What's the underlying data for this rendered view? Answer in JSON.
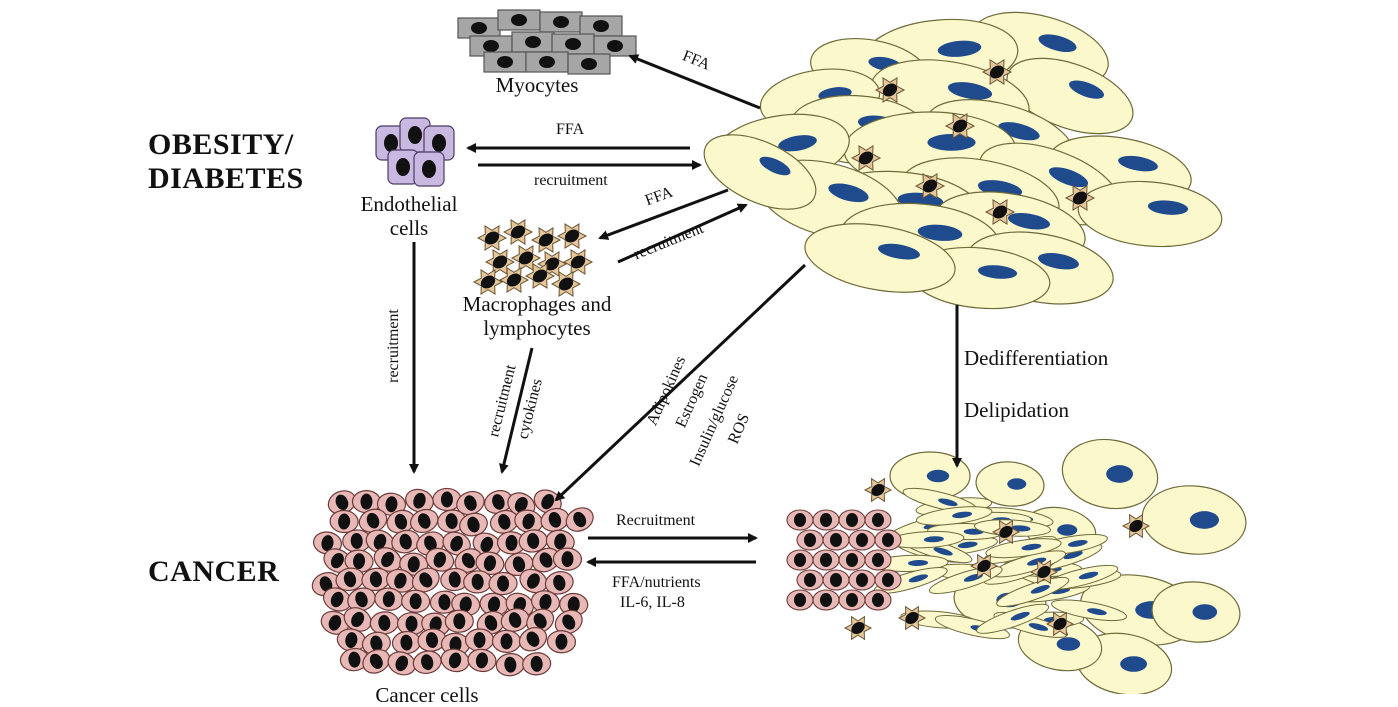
{
  "side_labels": {
    "obesity_line1": "OBESITY/",
    "obesity_line2": "DIABETES",
    "cancer": "CANCER"
  },
  "cells": {
    "myocytes": "Myocytes",
    "endothelial_line1": "Endothelial",
    "endothelial_line2": "cells",
    "macrophages_line1": "Macrophages and",
    "macrophages_line2": "lymphocytes",
    "cancer_cells": "Cancer cells"
  },
  "arrows": {
    "adipose_to_myocytes": "FFA",
    "adipose_to_endothelial": "FFA",
    "endothelial_to_adipose": "recruitment",
    "adipose_to_macrophages": "FFA",
    "macrophages_to_adipose": "recruitment",
    "endothelial_to_cancer": "recruitment",
    "macrophages_to_cancer_1": "recruitment",
    "macrophages_to_cancer_2": "cytokines",
    "adipose_to_cancer_1": "Adipokines",
    "adipose_to_cancer_2": "Estrogen",
    "adipose_to_cancer_3": "Insulin/glucose",
    "adipose_to_cancer_4": "ROS",
    "dedifferentiation": "Dedifferentiation",
    "delipidation": "Delipidation",
    "cancer_to_adipocytes": "Recruitment",
    "adipocytes_to_cancer_1": "FFA/nutrients",
    "adipocytes_to_cancer_2": "IL-6, IL-8"
  },
  "colors": {
    "adipocyte_fill": "#fbf8cc",
    "adipocyte_nucleus": "#1f4b8c",
    "cancer_cell_fill": "#e8b8b6",
    "endothelial_fill": "#c9b8e0",
    "myocyte_fill": "#a6a6a6",
    "star_fill": "#e6c79a",
    "dark": "#111111"
  }
}
